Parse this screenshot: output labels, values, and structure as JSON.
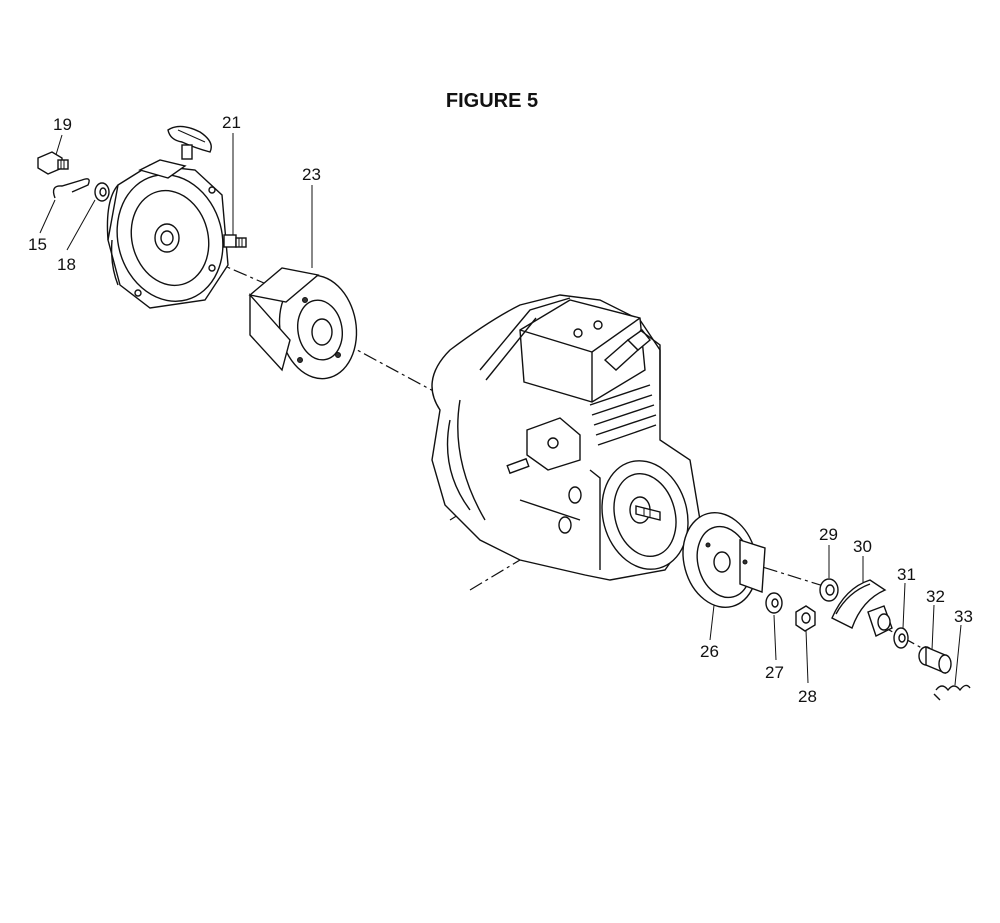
{
  "figure": {
    "title": "FIGURE 5"
  },
  "parts": [
    {
      "id": "p15",
      "label": "15"
    },
    {
      "id": "p18",
      "label": "18"
    },
    {
      "id": "p19",
      "label": "19"
    },
    {
      "id": "p21",
      "label": "21"
    },
    {
      "id": "p23",
      "label": "23"
    },
    {
      "id": "p26",
      "label": "26"
    },
    {
      "id": "p27",
      "label": "27"
    },
    {
      "id": "p28",
      "label": "28"
    },
    {
      "id": "p29",
      "label": "29"
    },
    {
      "id": "p30",
      "label": "30"
    },
    {
      "id": "p31",
      "label": "31"
    },
    {
      "id": "p32",
      "label": "32"
    },
    {
      "id": "p33",
      "label": "33"
    }
  ]
}
